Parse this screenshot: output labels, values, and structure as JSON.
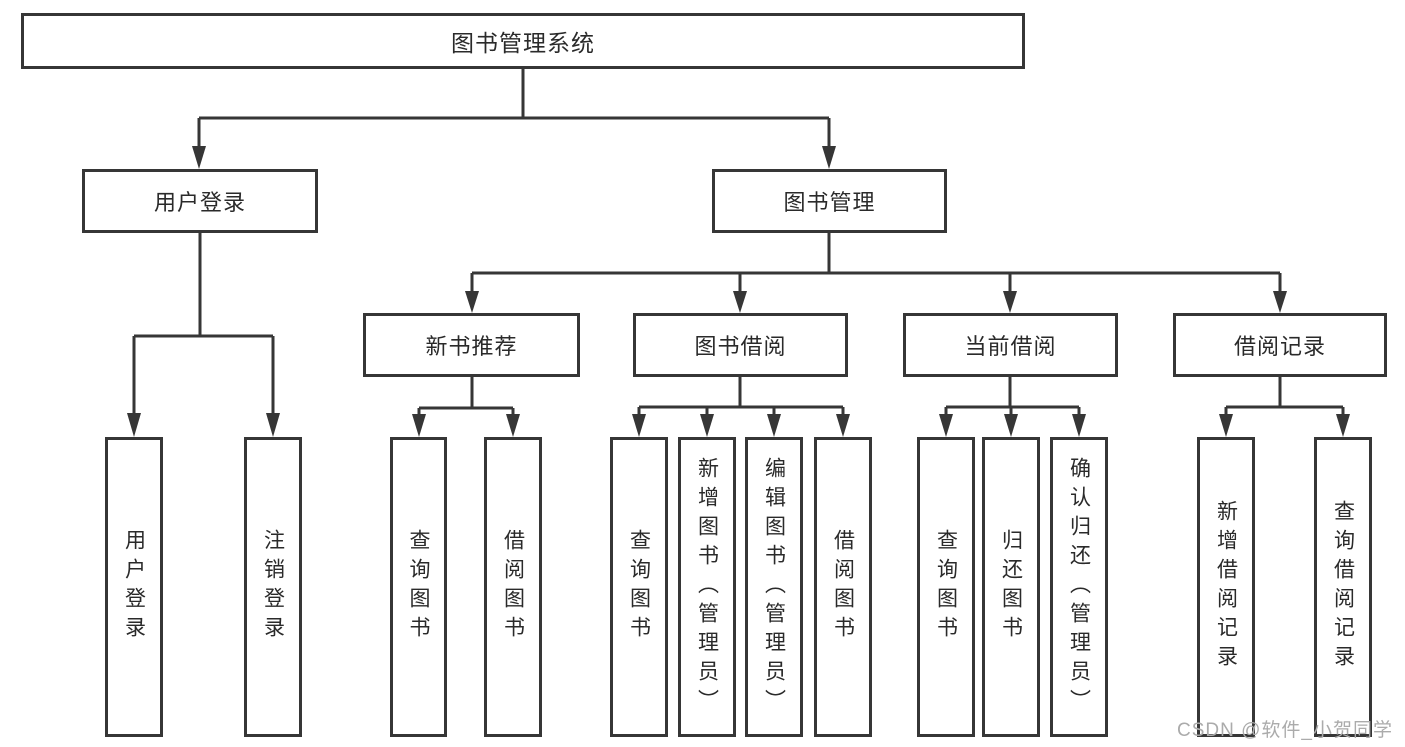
{
  "title": "图书管理系统",
  "tree": {
    "label": "图书管理系统",
    "children": [
      {
        "label": "用户登录",
        "children": [
          {
            "label": "用户登录"
          },
          {
            "label": "注销登录"
          }
        ]
      },
      {
        "label": "图书管理",
        "children": [
          {
            "label": "新书推荐",
            "children": [
              {
                "label": "查询图书"
              },
              {
                "label": "借阅图书"
              }
            ]
          },
          {
            "label": "图书借阅",
            "children": [
              {
                "label": "查询图书"
              },
              {
                "label": "新增图书（管理员）"
              },
              {
                "label": "编辑图书（管理员）"
              },
              {
                "label": "借阅图书"
              }
            ]
          },
          {
            "label": "当前借阅",
            "children": [
              {
                "label": "查询图书"
              },
              {
                "label": "归还图书"
              },
              {
                "label": "确认归还（管理员）"
              }
            ]
          },
          {
            "label": "借阅记录",
            "children": [
              {
                "label": "新增借阅记录"
              },
              {
                "label": "查询借阅记录"
              }
            ]
          }
        ]
      }
    ]
  },
  "watermark": {
    "text": "CSDN @软件_小贺同学"
  },
  "colors": {
    "line": "#363636",
    "text": "#2a2a2a",
    "watermark": "#ababab",
    "background": "#ffffff"
  }
}
